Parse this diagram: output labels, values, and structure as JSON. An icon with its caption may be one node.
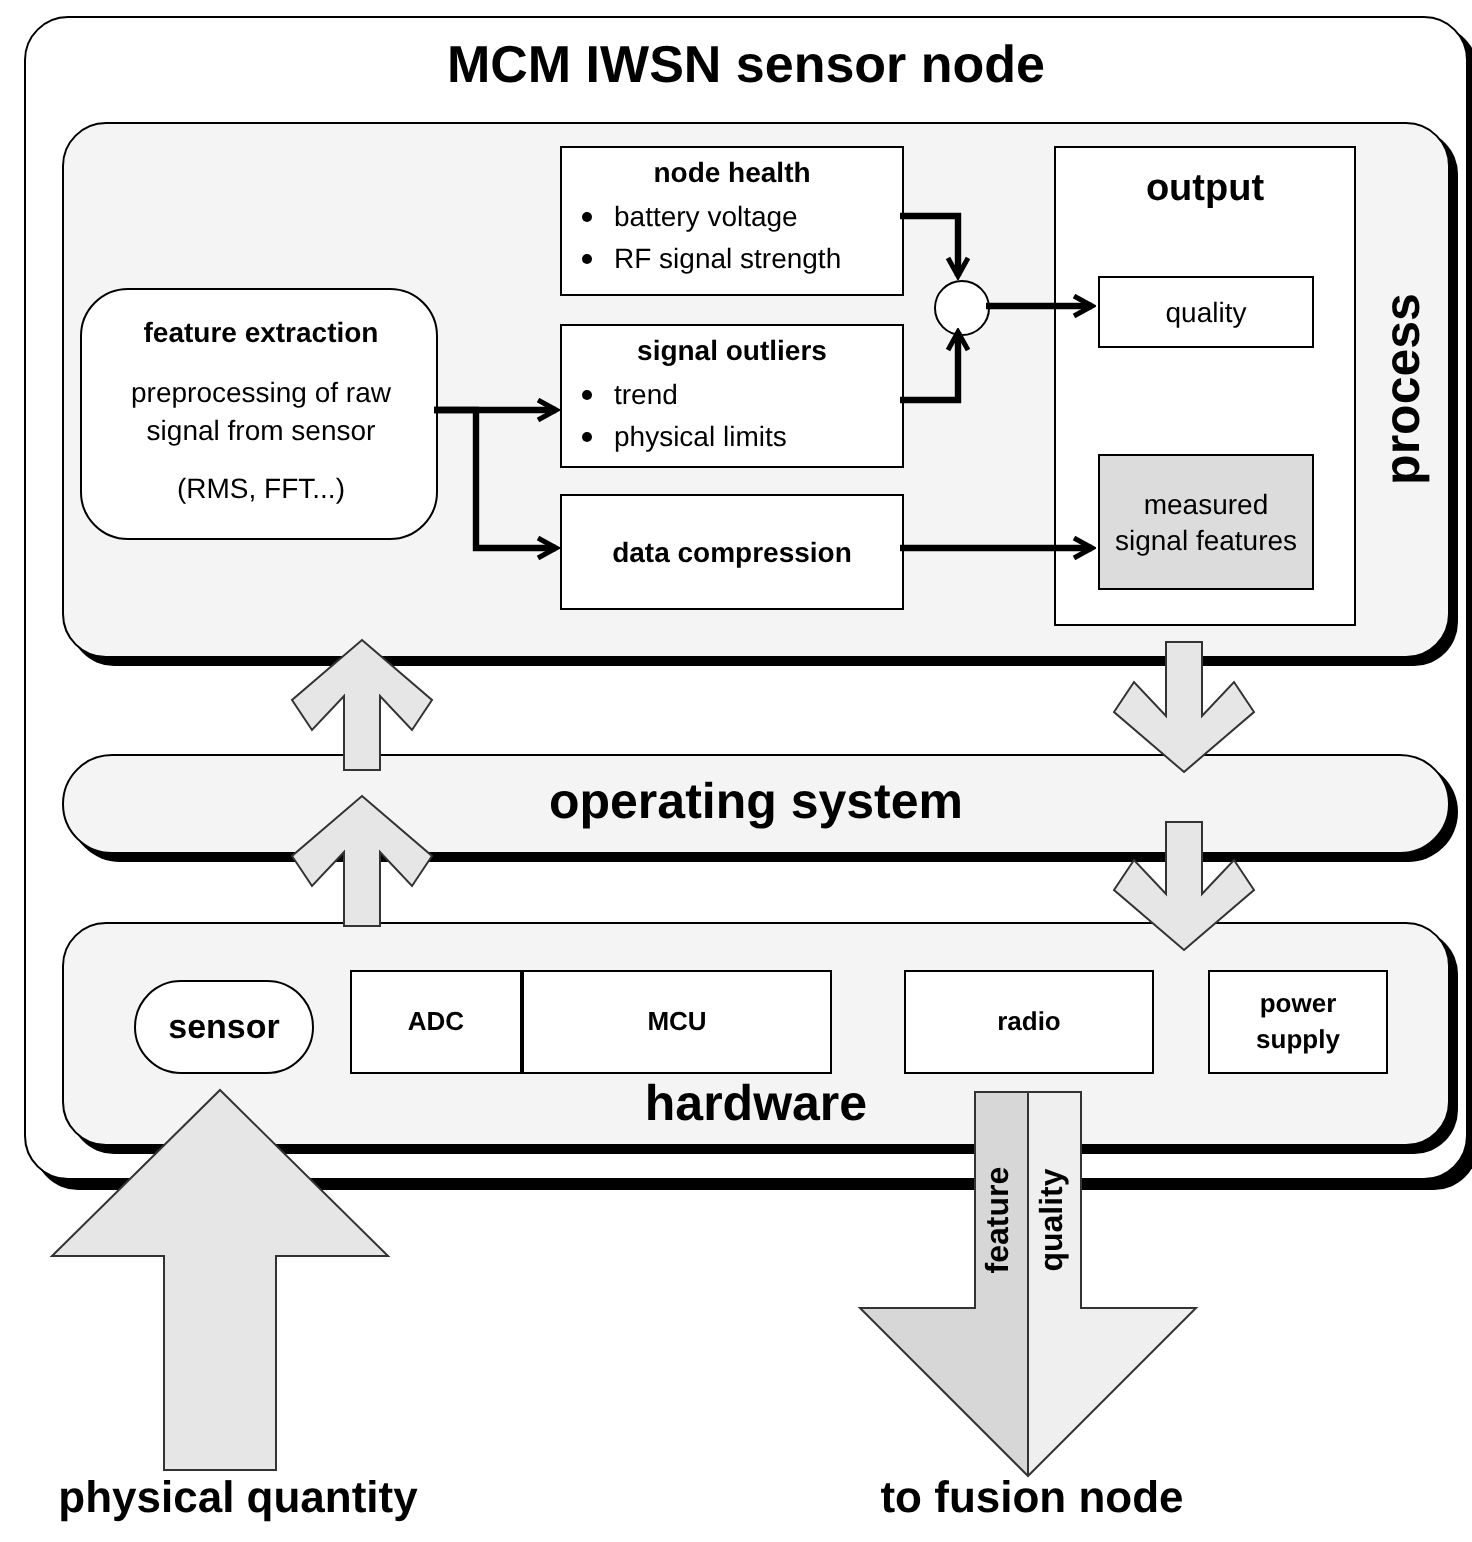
{
  "diagram": {
    "nodes": [
      {
        "text": [
          "MCM IWSN sensor node"
        ]
      },
      {
        "text": [
          "process"
        ],
        "in": 0
      },
      {
        "text": [
          "feature extraction",
          "preprocessing of raw signal from sensor",
          "(RMS, FFT...)"
        ],
        "in": 1
      },
      {
        "text": [
          "node health",
          "battery voltage",
          "RF signal strength"
        ],
        "in": 1
      },
      {
        "text": [
          "signal outliers",
          "trend",
          "physical limits"
        ],
        "in": 1
      },
      {
        "text": [
          "data compression"
        ],
        "in": 1
      },
      {
        "text": [],
        "shape": "circle",
        "in": 1
      },
      {
        "text": [
          "output"
        ],
        "in": 1
      },
      {
        "text": [
          "quality"
        ],
        "in": 7
      },
      {
        "text": [
          "measured signal features"
        ],
        "in": 7
      },
      {
        "text": [
          "operating system"
        ],
        "in": 0
      },
      {
        "text": [
          "hardware"
        ],
        "in": 0
      },
      {
        "text": [
          "sensor"
        ],
        "in": 11
      },
      {
        "text": [
          "ADC"
        ],
        "in": 11
      },
      {
        "text": [
          "MCU"
        ],
        "in": 11
      },
      {
        "text": [
          "radio"
        ],
        "in": 11
      },
      {
        "text": [
          "power supply"
        ],
        "in": 11
      },
      {
        "text": [
          "physical quantity"
        ]
      },
      {
        "text": [
          "to fusion node"
        ]
      }
    ],
    "edges": [
      {
        "from": 2,
        "to": 4,
        "arrow": "to"
      },
      {
        "from": 2,
        "to": 5,
        "arrow": "to"
      },
      {
        "from": 3,
        "to": 6,
        "arrow": "to"
      },
      {
        "from": 4,
        "to": 6,
        "arrow": "to"
      },
      {
        "from": 6,
        "to": 8,
        "arrow": "to"
      },
      {
        "from": 5,
        "to": 9,
        "arrow": "to"
      },
      {
        "from": 11,
        "to": 10,
        "arrow": "to",
        "style": "thick",
        "color": "#e6e6e6"
      },
      {
        "from": 10,
        "to": 1,
        "arrow": "to",
        "style": "thick",
        "color": "#e6e6e6"
      },
      {
        "from": 1,
        "to": 10,
        "arrow": "to",
        "style": "thick",
        "color": "#e6e6e6"
      },
      {
        "from": 10,
        "to": 11,
        "arrow": "to",
        "style": "thick",
        "color": "#e6e6e6"
      },
      {
        "from": 17,
        "to": 12,
        "arrow": "to",
        "style": "thick",
        "color": "#e6e6e6"
      },
      {
        "from": 15,
        "to": 18,
        "arrow": "to",
        "style": "thick",
        "color": "#efefef"
      }
    ],
    "labels": [
      "feature",
      "quality"
    ]
  }
}
